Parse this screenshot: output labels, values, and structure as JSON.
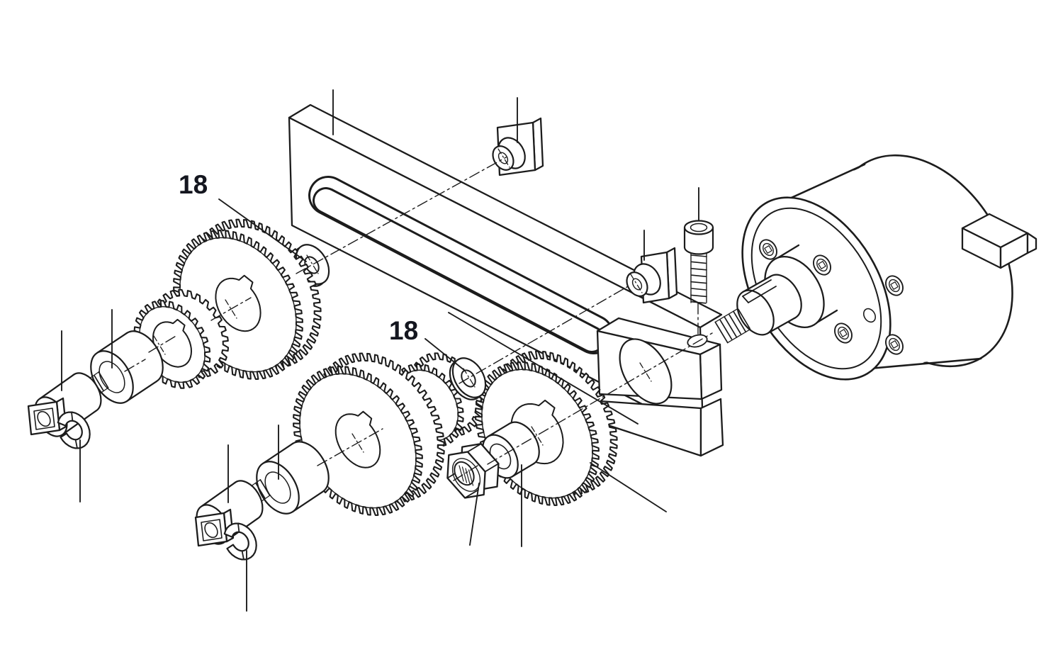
{
  "diagram": {
    "type": "exploded-parts-diagram",
    "background_color": "#ffffff",
    "line_color": "#1c1c1c",
    "labels": [
      {
        "text": "18",
        "points_to": "washer-front"
      },
      {
        "text": "18",
        "points_to": "washer-rear"
      }
    ],
    "parts": [
      "slotted quadrant arm",
      "split clamp block",
      "t-slot nut upper",
      "t-slot nut lower",
      "socket head cap screw",
      "washer item 18 front",
      "washer item 18 rear",
      "compound gear cluster left",
      "compound gear cluster center",
      "large change gear right",
      "spacer sleeve right",
      "hex nut",
      "square head stud upper",
      "square head stud lower",
      "spacer sleeve upper",
      "spacer sleeve lower",
      "e-clip retainer upper",
      "e-clip retainer lower",
      "gearbox motor unit",
      "square output shaft"
    ]
  }
}
